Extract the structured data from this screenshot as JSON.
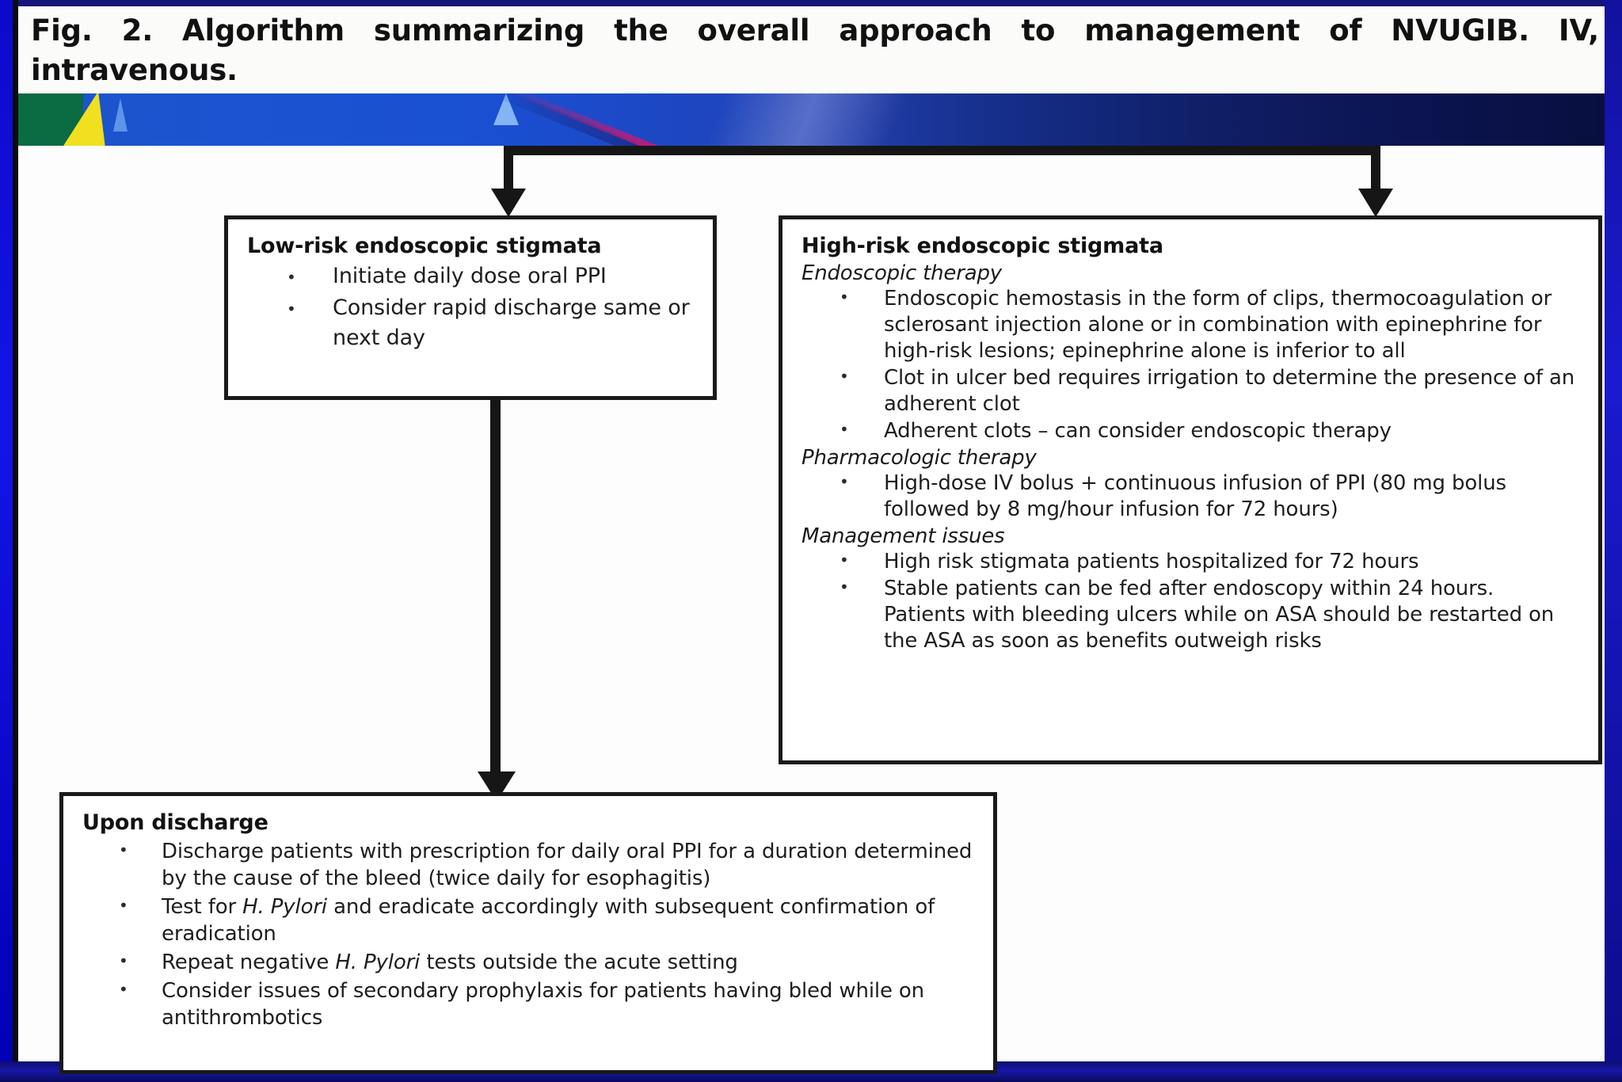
{
  "figure": {
    "caption": "Fig. 2. Algorithm summarizing the overall approach to management of NVUGIB. IV, intravenous.",
    "caption_label": "Fig. 2.",
    "caption_body": "Algorithm summarizing the overall approach to management of NVUGIB. IV, intravenous."
  },
  "colors": {
    "frame_blue": "#1414e6",
    "banner_blue_light": "#1c54cc",
    "banner_blue_dark": "#080f40",
    "banner_green": "#0b6b42",
    "banner_yellow": "#f0e020",
    "banner_magenta": "#cd196e",
    "box_border": "#1a1a1a",
    "text": "#1e1e1e",
    "connector": "#161616"
  },
  "diagram": {
    "type": "flowchart",
    "nodes": [
      {
        "id": "low-risk",
        "title": "Low-risk endoscopic stigmata",
        "bullets": [
          "Initiate daily dose oral PPI",
          "Consider rapid discharge same or next day"
        ]
      },
      {
        "id": "high-risk",
        "title": "High-risk endoscopic stigmata",
        "sections": [
          {
            "heading": "Endoscopic therapy",
            "bullets": [
              "Endoscopic hemostasis in the form of clips, thermocoagulation or sclerosant injection alone or in combination with epinephrine for high-risk lesions; epinephrine alone is inferior to all",
              "Clot in ulcer bed requires irrigation to determine the presence of an adherent clot",
              "Adherent clots – can consider endoscopic therapy"
            ]
          },
          {
            "heading": "Pharmacologic therapy",
            "bullets": [
              "High-dose IV bolus + continuous infusion of PPI (80 mg bolus followed by 8 mg/hour infusion for 72 hours)"
            ]
          },
          {
            "heading": "Management issues",
            "bullets": [
              "High risk stigmata patients hospitalized for 72 hours",
              "Stable patients can be fed after endoscopy within 24 hours. Patients with bleeding ulcers while on ASA should be restarted on the ASA as soon as benefits outweigh risks"
            ]
          }
        ]
      },
      {
        "id": "discharge",
        "title": "Upon discharge",
        "bullets": [
          {
            "pre": "Discharge patients with prescription for daily oral PPI for a duration determined by the cause of the bleed (twice daily for esophagitis)",
            "italic": "",
            "post": ""
          },
          {
            "pre": "Test for ",
            "italic": "H. Pylori",
            "post": " and eradicate accordingly with subsequent confirmation of eradication"
          },
          {
            "pre": "Repeat negative  ",
            "italic": "H. Pylori",
            "post": " tests outside the acute setting"
          },
          {
            "pre": "Consider issues of secondary prophylaxis for patients having bled while on antithrombotics",
            "italic": "",
            "post": ""
          }
        ]
      }
    ],
    "edges": [
      {
        "from": "top-split",
        "to": "low-risk",
        "style": "arrow-down"
      },
      {
        "from": "top-split",
        "to": "high-risk",
        "style": "arrow-down"
      },
      {
        "from": "low-risk",
        "to": "discharge",
        "style": "arrow-down"
      }
    ]
  }
}
